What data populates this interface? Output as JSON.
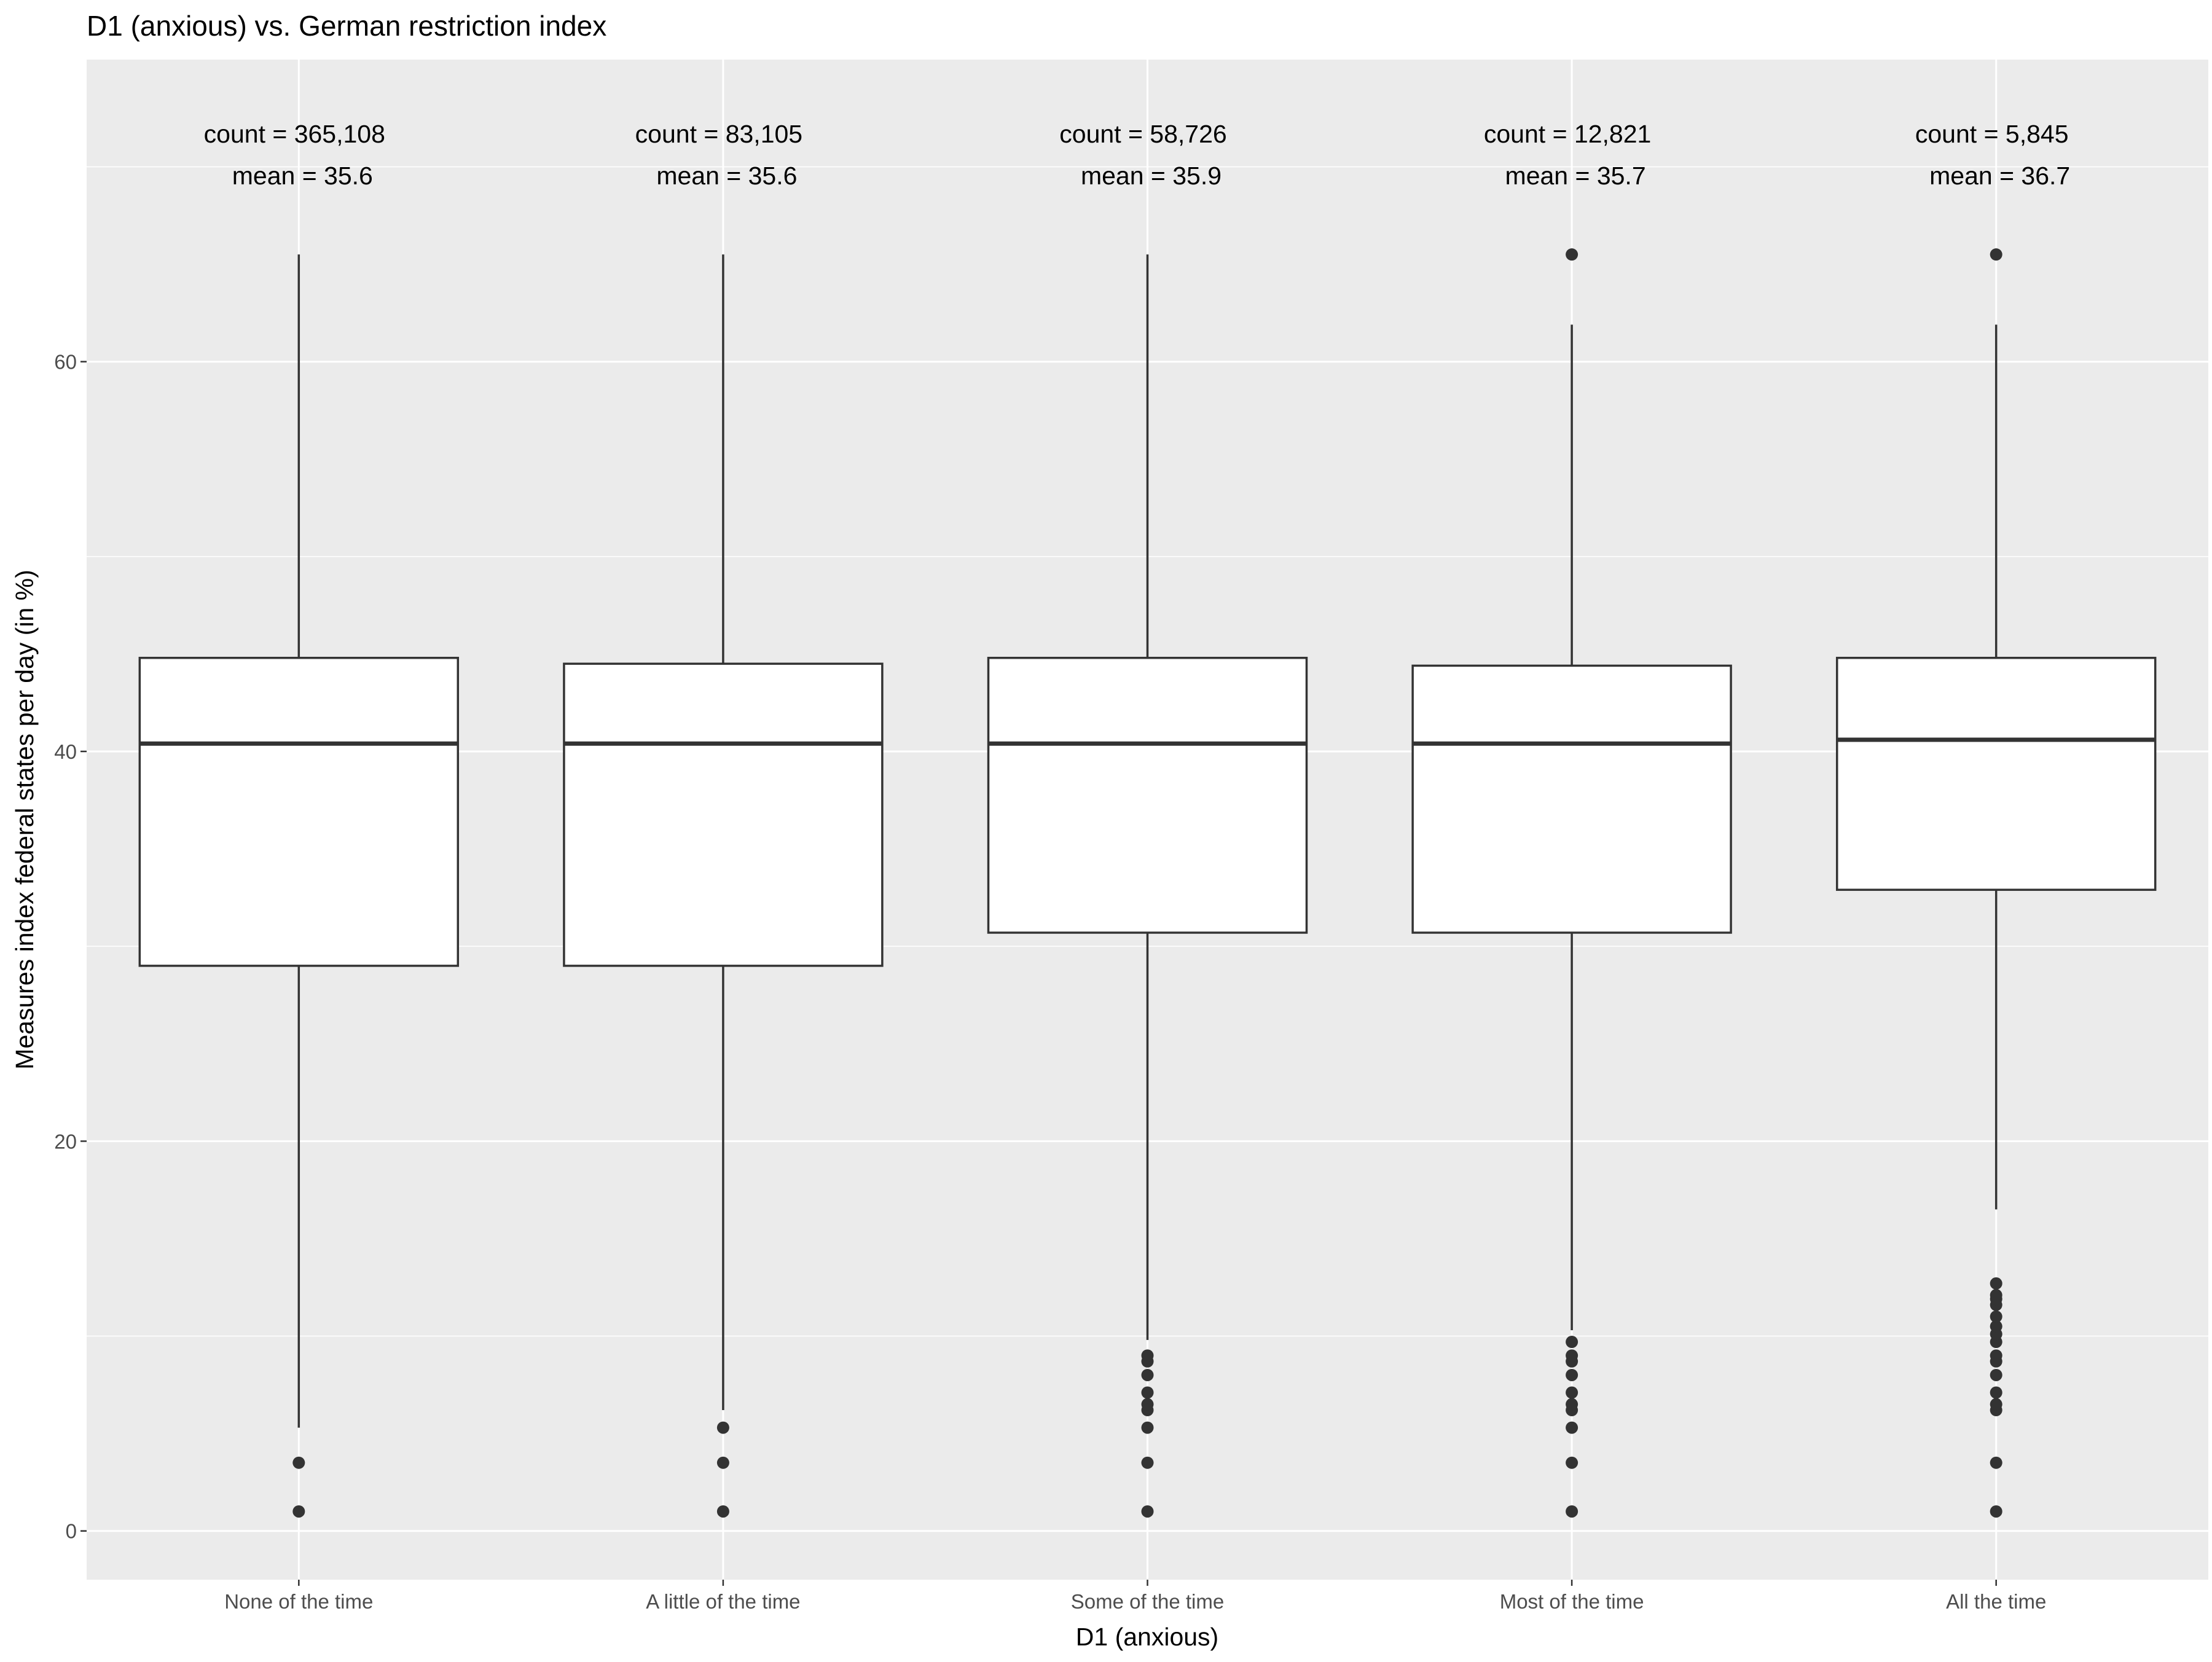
{
  "chart_data": {
    "type": "box",
    "title": "D1 (anxious) vs. German restriction index",
    "xlabel": "D1 (anxious)",
    "ylabel": "Measures index federal states per day (in %)",
    "ylim": [
      -2.5,
      75.5
    ],
    "yticks": [
      0,
      20,
      40,
      60
    ],
    "grid": true,
    "categories": [
      "None of the time",
      "A little of the time",
      "Some of the time",
      "Most of the time",
      "All the time"
    ],
    "boxes": [
      {
        "category": "None of the time",
        "lower_whisker": 5.3,
        "q1": 29.0,
        "median": 40.4,
        "q3": 44.8,
        "upper_whisker": 65.5,
        "outliers": [
          1.0,
          3.5
        ],
        "count_label": "count = 365,108",
        "mean_label": "mean = 35.6"
      },
      {
        "category": "A little of the time",
        "lower_whisker": 6.2,
        "q1": 29.0,
        "median": 40.4,
        "q3": 44.5,
        "upper_whisker": 65.5,
        "outliers": [
          1.0,
          3.5,
          5.3
        ],
        "count_label": "count = 83,105",
        "mean_label": "mean = 35.6"
      },
      {
        "category": "Some of the time",
        "lower_whisker": 9.8,
        "q1": 30.7,
        "median": 40.4,
        "q3": 44.8,
        "upper_whisker": 65.5,
        "outliers": [
          1.0,
          3.5,
          5.3,
          6.2,
          6.5,
          7.1,
          8.0,
          8.7,
          9.0
        ],
        "count_label": "count = 58,726",
        "mean_label": "mean = 35.9"
      },
      {
        "category": "Most of the time",
        "lower_whisker": 10.3,
        "q1": 30.7,
        "median": 40.4,
        "q3": 44.4,
        "upper_whisker": 61.9,
        "outliers": [
          1.0,
          3.5,
          5.3,
          6.2,
          6.5,
          7.1,
          8.0,
          8.7,
          9.0,
          9.7,
          65.5
        ],
        "count_label": "count = 12,821",
        "mean_label": "mean = 35.7"
      },
      {
        "category": "All the time",
        "lower_whisker": 16.5,
        "q1": 32.9,
        "median": 40.6,
        "q3": 44.8,
        "upper_whisker": 61.9,
        "outliers": [
          1.0,
          3.5,
          6.2,
          6.5,
          7.1,
          8.0,
          8.7,
          9.0,
          9.7,
          10.1,
          10.5,
          11.0,
          11.6,
          11.9,
          12.1,
          12.7,
          65.5
        ],
        "count_label": "count = 5,845",
        "mean_label": "mean = 36.7"
      }
    ],
    "colors": {
      "panel": "#EBEBEB",
      "grid": "#FFFFFF",
      "box_fill": "#FFFFFF",
      "box_line": "#333333",
      "text": "#000000",
      "tick_text": "#4D4D4D",
      "tick_mark": "#333333"
    }
  }
}
